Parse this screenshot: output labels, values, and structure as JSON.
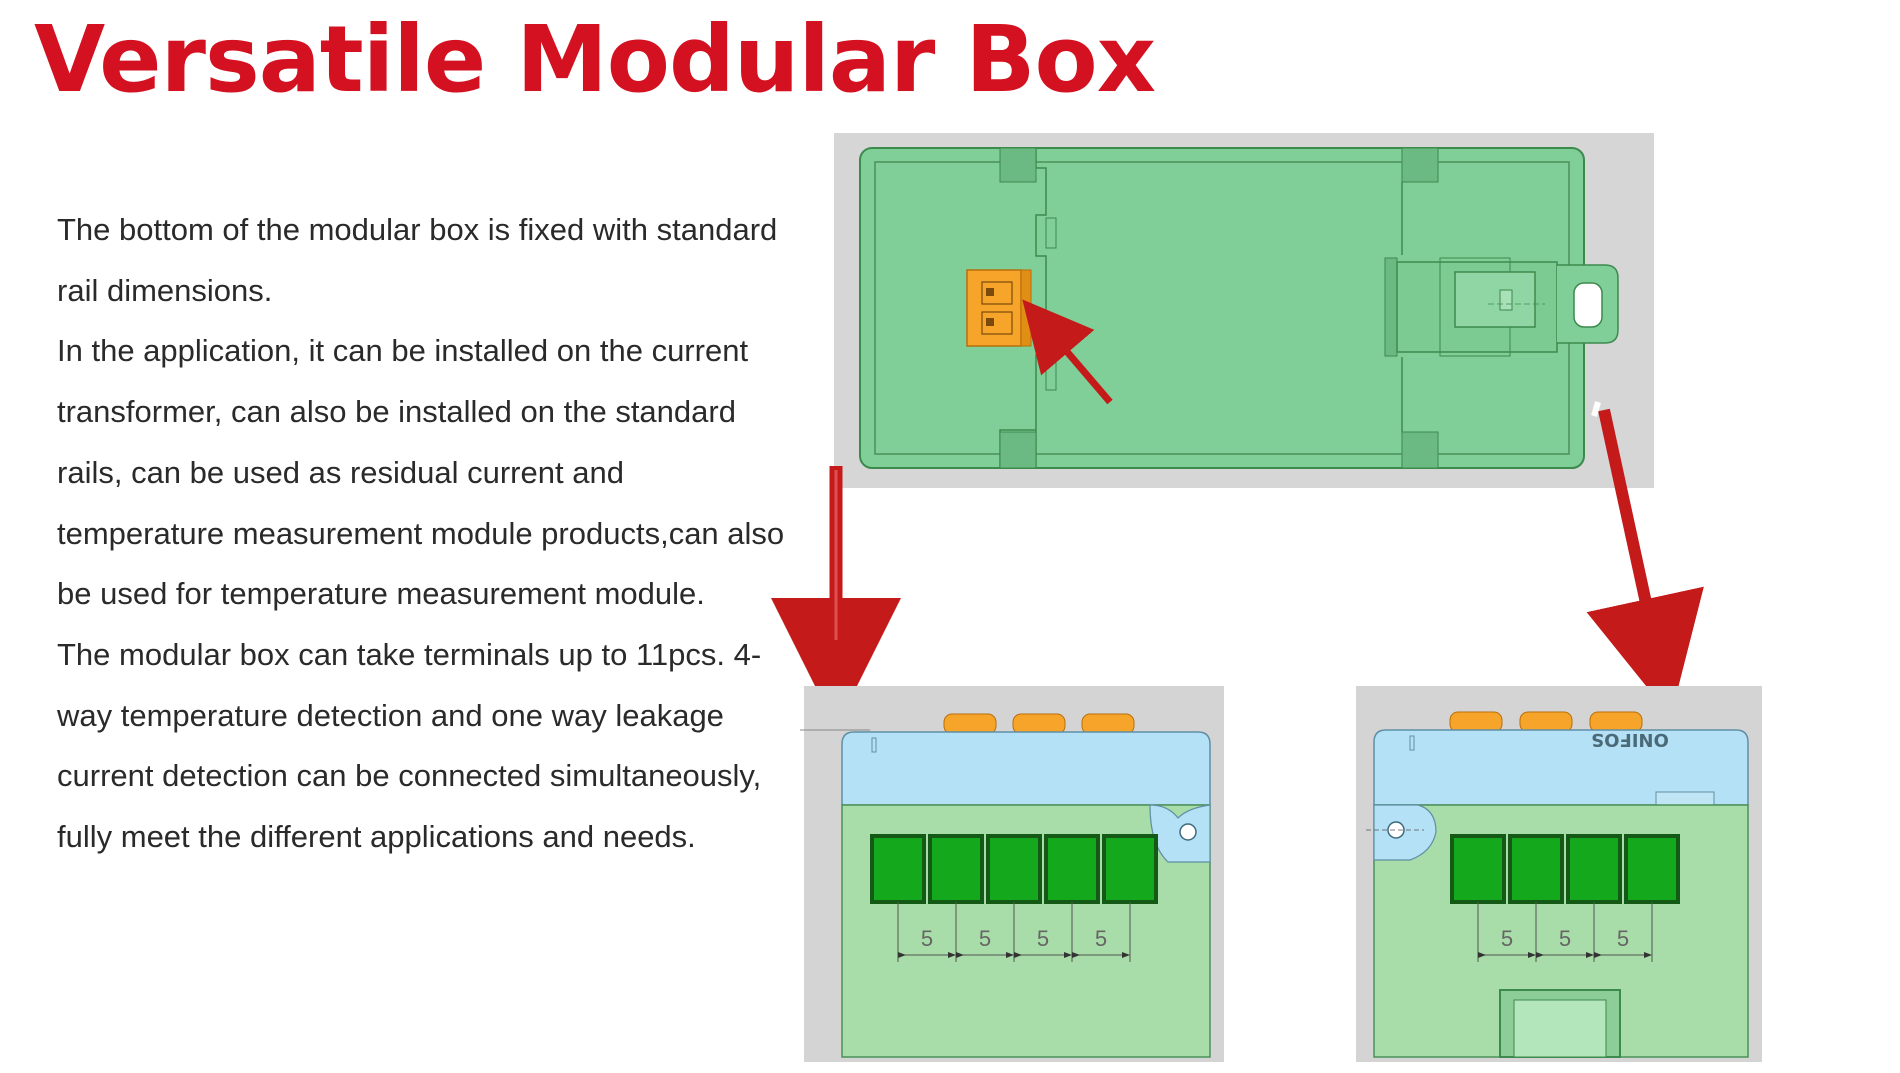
{
  "title": "Versatile Modular Box",
  "colors": {
    "title": "#d41121",
    "arrow": "#c41a1a",
    "box_green": "#80cf98",
    "box_green_light": "#a8dca8",
    "cover_blue": "#b4e1f5",
    "terminal_orange": "#f7a52a",
    "terminal_green": "#14a81c",
    "shadow": "#d4d4d4"
  },
  "description": {
    "paragraphs": [
      "The bottom of the modular box is fixed with standard rail dimensions.",
      "In the application, it can be installed on the current transformer, can also be installed on the standard rails, can be used as residual current and temperature measurement module products,can also be used for temperature measurement module.",
      "The modular box can take terminals up to 11pcs.  4-way temperature detection and one way leakage current detection can be connected simultaneously, fully meet the different applications and needs."
    ]
  },
  "figures": {
    "left_view": {
      "terminal_count": 5,
      "pitch_labels": [
        "5",
        "5",
        "5",
        "5"
      ]
    },
    "right_view": {
      "terminal_count": 4,
      "pitch_labels": [
        "5",
        "5",
        "5"
      ],
      "mirrored_label": "ONIFOS"
    }
  }
}
